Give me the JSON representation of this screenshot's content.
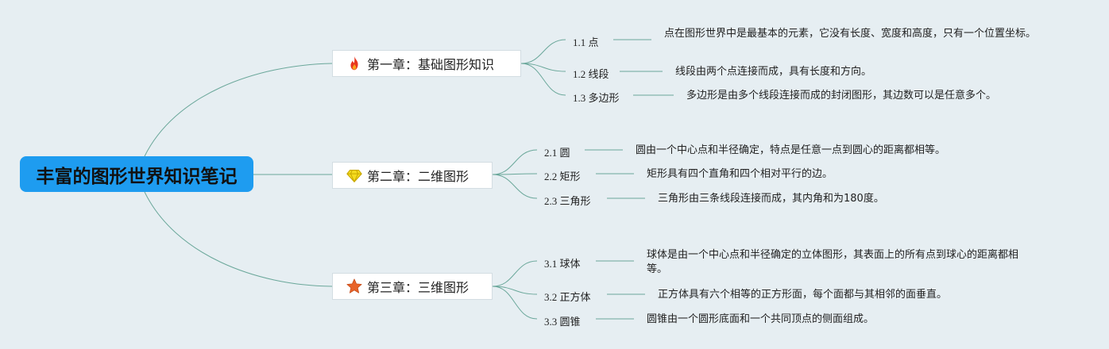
{
  "root": {
    "title": "丰富的图形世界知识笔记"
  },
  "chapters": [
    {
      "title": "第一章：基础图形知识",
      "icon": "fire-icon",
      "icon_color": "#e8361e",
      "topics": [
        {
          "label": "1.1 点",
          "desc": "点在图形世界中是最基本的元素，它没有长度、宽度和高度，只有一个位置坐标。"
        },
        {
          "label": "1.2 线段",
          "desc": "线段由两个点连接而成，具有长度和方向。"
        },
        {
          "label": "1.3 多边形",
          "desc": "多边形是由多个线段连接而成的封闭图形，其边数可以是任意多个。"
        }
      ]
    },
    {
      "title": "第二章：二维图形",
      "icon": "diamond-icon",
      "icon_color": "#f5dc1e",
      "topics": [
        {
          "label": "2.1 圆",
          "desc": "圆由一个中心点和半径确定，特点是任意一点到圆心的距离都相等。"
        },
        {
          "label": "2.2 矩形",
          "desc": "矩形具有四个直角和四个相对平行的边。"
        },
        {
          "label": "2.3 三角形",
          "desc": "三角形由三条线段连接而成，其内角和为180度。"
        }
      ]
    },
    {
      "title": "第三章：三维图形",
      "icon": "star-icon",
      "icon_color": "#e8642a",
      "topics": [
        {
          "label": "3.1 球体",
          "desc": "球体是由一个中心点和半径确定的立体图形，其表面上的所有点到球心的距离都相等。"
        },
        {
          "label": "3.2 正方体",
          "desc": "正方体具有六个相等的正方形面，每个面都与其相邻的面垂直。"
        },
        {
          "label": "3.3 圆锥",
          "desc": "圆锥由一个圆形底面和一个共同顶点的侧面组成。"
        }
      ]
    }
  ],
  "colors": {
    "line": "#6aa79a",
    "root_bg": "#1e9cf0"
  }
}
